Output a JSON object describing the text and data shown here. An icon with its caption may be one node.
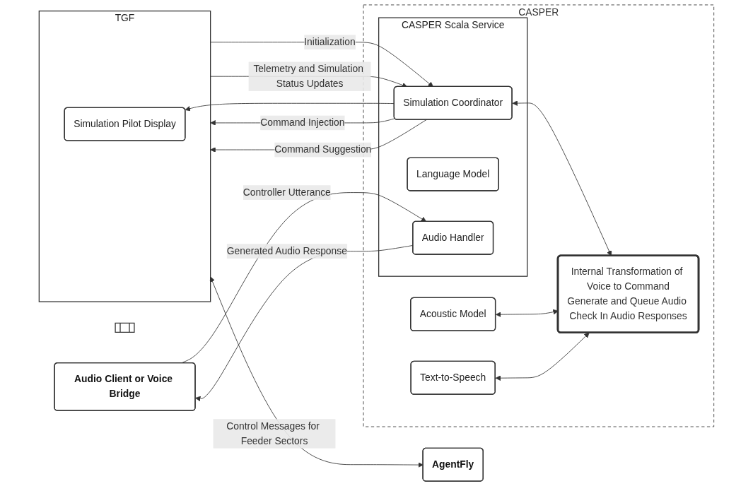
{
  "diagram": {
    "nodes": [
      {
        "text": [
          "TGF"
        ]
      },
      {
        "text": [
          "Simulation Pilot Display"
        ],
        "in": 0
      },
      {
        "text": [
          "AgentFly"
        ]
      },
      {
        "text": [
          "Audio Client or Voice Bridge"
        ]
      },
      {
        "text": [],
        "shape": "bar"
      },
      {
        "text": [
          "CASPER"
        ]
      },
      {
        "text": [
          "CASPER Scala Service"
        ],
        "in": 5
      },
      {
        "text": [
          "Simulation Coordinator"
        ],
        "in": 6
      },
      {
        "text": [
          "Language Model"
        ],
        "in": 6
      },
      {
        "text": [
          "Audio Handler"
        ],
        "in": 6
      },
      {
        "text": [
          "Acoustic Model"
        ],
        "in": 5
      },
      {
        "text": [
          "Text-to-Speech"
        ],
        "in": 5
      },
      {
        "text": [
          "Internal Transformation of Voice to Command",
          "Generate and Queue Audio Check In Audio Responses"
        ],
        "in": 5
      }
    ],
    "edges": [
      {
        "from": 0,
        "to": 7,
        "label": "Initialization",
        "arrow": "to"
      },
      {
        "from": 7,
        "to": 0,
        "label": "Command Injection",
        "arrow": "to"
      },
      {
        "from": 7,
        "to": 0,
        "label": "Command Suggestion",
        "arrow": "to"
      },
      {
        "from": 7,
        "to": 1,
        "arrow": "to"
      },
      {
        "from": 0,
        "to": 7,
        "label": "Telemetry and Simulation Status Updates",
        "arrow": "to"
      },
      {
        "from": 0,
        "to": 2,
        "label": "Control Messages for Feeder Sectors",
        "arrow": "both"
      },
      {
        "from": 3,
        "to": 9,
        "label": "Controller Utterance",
        "arrow": "to"
      },
      {
        "from": 9,
        "to": 3,
        "label": "Generated Audio Response",
        "arrow": "to"
      },
      {
        "from": 7,
        "to": 12,
        "arrow": "both"
      },
      {
        "from": 10,
        "to": 12,
        "arrow": "both"
      },
      {
        "from": 11,
        "to": 12,
        "arrow": "both"
      }
    ]
  }
}
